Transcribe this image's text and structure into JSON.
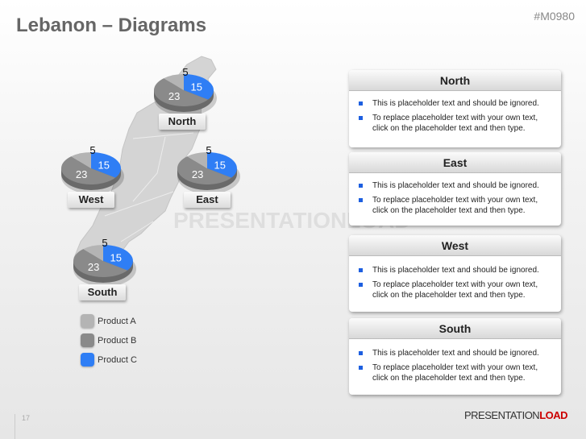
{
  "header": {
    "title": "Lebanon – Diagrams",
    "code": "#M0980"
  },
  "colors": {
    "product_a": "#b4b4b4",
    "product_b": "#8a8a8a",
    "product_c": "#2f7ef5",
    "bullet": "#1d5fe0"
  },
  "regions": [
    {
      "name": "North",
      "values": {
        "a": 5,
        "b": 23,
        "c": 15
      }
    },
    {
      "name": "West",
      "values": {
        "a": 5,
        "b": 23,
        "c": 15
      }
    },
    {
      "name": "East",
      "values": {
        "a": 5,
        "b": 23,
        "c": 15
      }
    },
    {
      "name": "South",
      "values": {
        "a": 5,
        "b": 23,
        "c": 15
      }
    }
  ],
  "legend": [
    "Product A",
    "Product B",
    "Product C"
  ],
  "panels": [
    {
      "title": "North",
      "bullets": [
        "This is placeholder text and should be ignored.",
        "To replace placeholder text with your own text, click on the placeholder text and then type."
      ]
    },
    {
      "title": "East",
      "bullets": [
        "This is placeholder text and should be ignored.",
        "To replace placeholder text with your own text, click on the placeholder text and then type."
      ]
    },
    {
      "title": "West",
      "bullets": [
        "This is placeholder text and should be ignored.",
        "To replace placeholder text with your own text, click on the placeholder text and then type."
      ]
    },
    {
      "title": "South",
      "bullets": [
        "This is placeholder text and should be ignored.",
        "To replace placeholder text with your own text, click on the placeholder text and then type."
      ]
    }
  ],
  "watermark": "PRESENTATIONLOAD",
  "footer": {
    "page": "17",
    "logo_a": "PRESENTATION",
    "logo_b": "LOAD"
  }
}
